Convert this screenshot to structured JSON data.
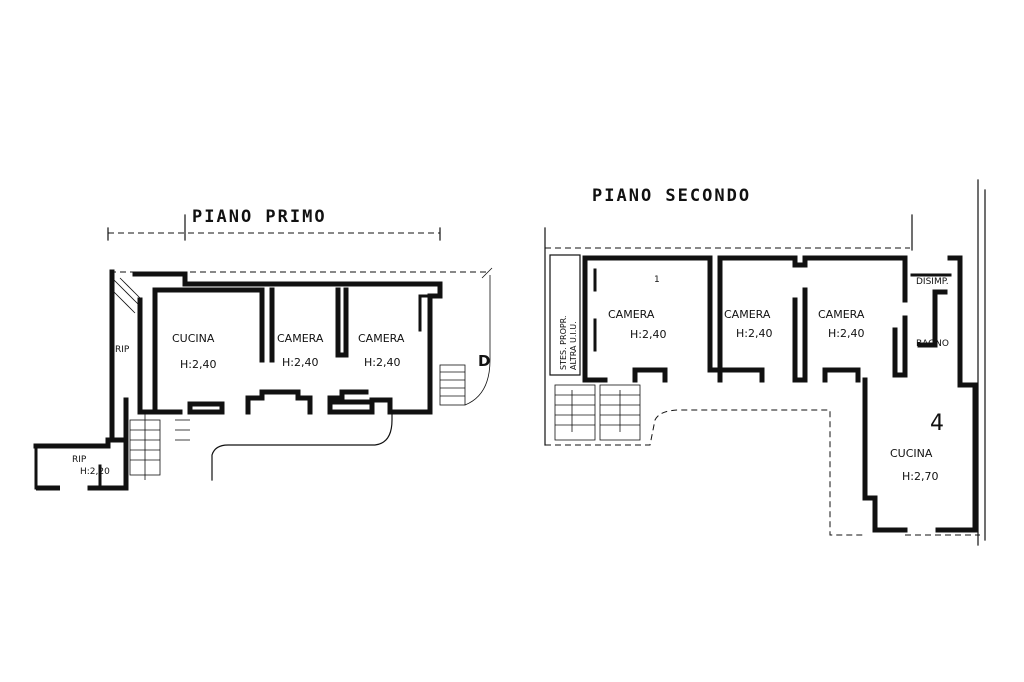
{
  "plans": {
    "first": {
      "title": "PIANO PRIMO",
      "rooms": {
        "rip_top": "RIP",
        "cucina": "CUCINA",
        "cucina_h": "H:2,40",
        "camera1": "CAMERA",
        "camera1_h": "H:2,40",
        "camera2": "CAMERA",
        "camera2_h": "H:2,40",
        "rip_bottom": "RIP",
        "rip_bottom_h": "H:2,20",
        "marker": "D"
      }
    },
    "second": {
      "title": "PIANO SECONDO",
      "side_note_1": "STES. PROPR.",
      "side_note_2": "ALTRA U.I.U.",
      "rooms": {
        "camera1": "CAMERA",
        "camera1_h": "H:2,40",
        "camera2": "CAMERA",
        "camera2_h": "H:2,40",
        "camera3": "CAMERA",
        "camera3_h": "H:2,40",
        "disimp": "DISIMP.",
        "bagno": "BAGNO",
        "cucina": "CUCINA",
        "cucina_h": "H:2,70",
        "mark_1": "1",
        "mark_4": "4"
      }
    }
  }
}
